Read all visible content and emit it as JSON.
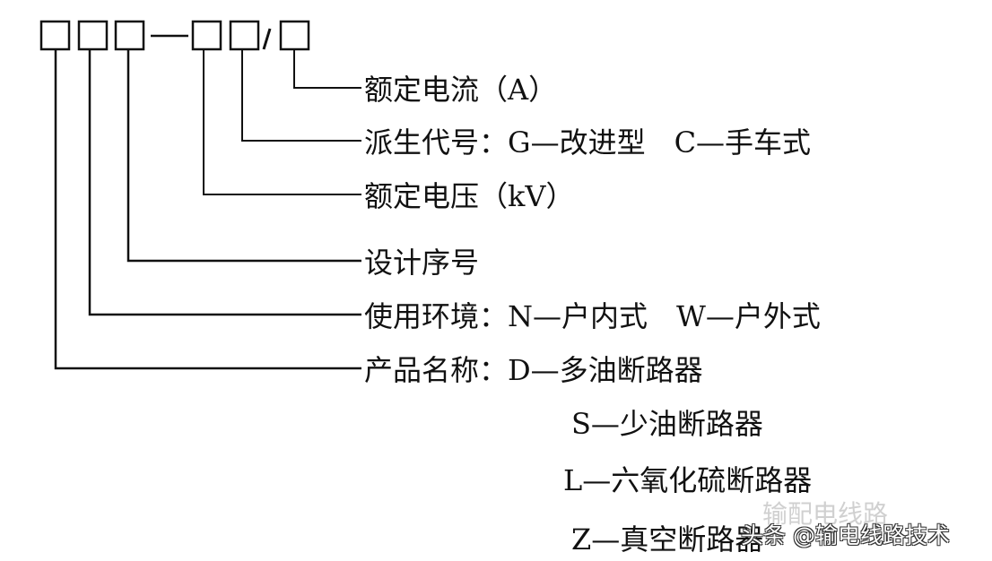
{
  "code_format": {
    "boxes": 6,
    "separator_dash": "—",
    "separator_slash": "/"
  },
  "labels": [
    "额定电流（A）",
    "派生代号：G—改进型　C—手车式",
    "额定电压（kV）",
    "设计序号",
    "使用环境：N—户内式　W—户外式",
    "产品名称：D—多油断路器"
  ],
  "product_name_continued": [
    "S—少油断路器",
    "L—六氧化硫断路器",
    "Z—真空断路器"
  ],
  "watermarks": {
    "faint": "输配电线路",
    "overlay": "头条 @输电线路技术"
  }
}
